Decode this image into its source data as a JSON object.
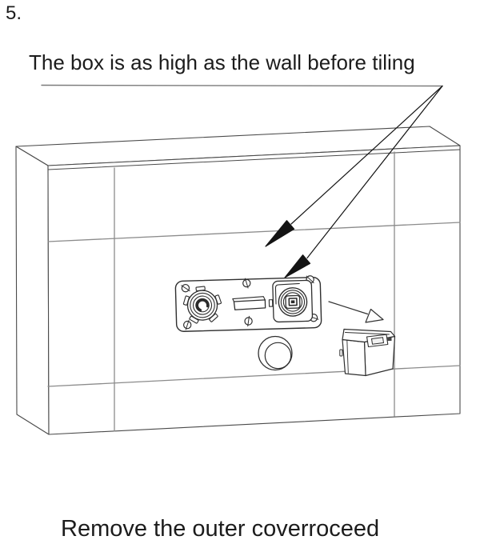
{
  "page": {
    "step_number": "5.",
    "callout_label": "The box is as high as the wall before tiling",
    "caption": "Remove the outer coverroceed",
    "background_color": "#ffffff",
    "text_color": "#1c1c1c"
  },
  "diagram": {
    "outline_color": "#4a4a4a",
    "plate_outline_color": "#2e2e2e",
    "tile_line_color": "#8b8b8b",
    "leader_line_color": "#7a7a7a",
    "arrow_color": "#141414",
    "fill_color": "#ffffff"
  }
}
